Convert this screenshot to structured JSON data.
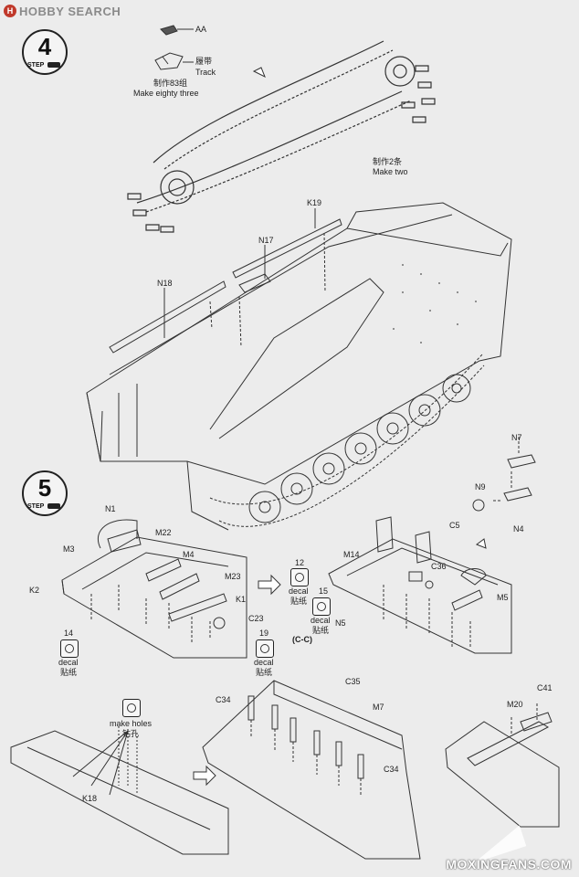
{
  "header": {
    "brand": "HOBBY SEARCH"
  },
  "watermark": {
    "text": "MOXINGFANS.COM"
  },
  "step4": {
    "number": "4",
    "word": "STEP",
    "part_aa": "AA",
    "track_cn": "履带",
    "track_en": "Track",
    "make83_cn": "制作83组",
    "make83_en": "Make eighty three",
    "make2_cn": "制作2条",
    "make2_en": "Make two",
    "parts": [
      "K19",
      "N17",
      "N18"
    ]
  },
  "step5": {
    "number": "5",
    "word": "STEP",
    "decal_en": "decal",
    "decal_cn": "贴纸",
    "holes_en": "make holes",
    "holes_cn": "钻孔",
    "note_cc": "(C-C)",
    "left_parts": [
      "N1",
      "M22",
      "M3",
      "M4",
      "M23",
      "K2",
      "K1",
      "C23",
      "14",
      "19"
    ],
    "right_parts": [
      "N7",
      "N9",
      "N4",
      "C5",
      "M14",
      "12",
      "C36",
      "15",
      "N5",
      "M5"
    ],
    "bottom_parts": [
      "C34",
      "C35",
      "M7",
      "C34",
      "K18",
      "M20",
      "C41"
    ]
  }
}
